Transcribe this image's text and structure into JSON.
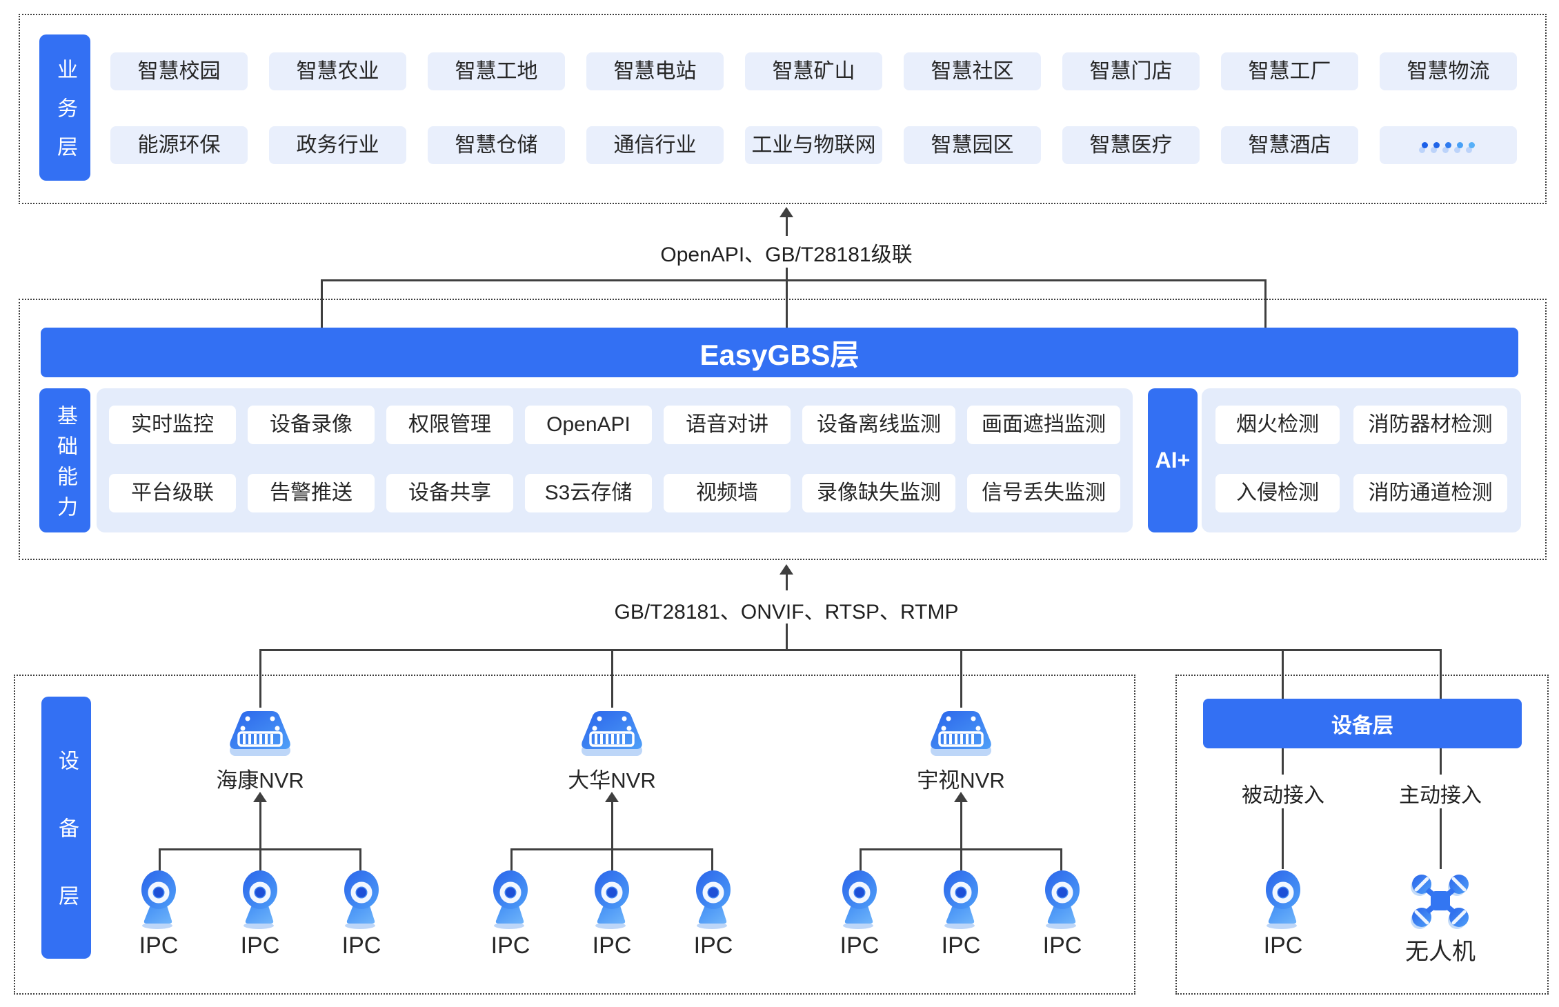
{
  "business_layer": {
    "label": "业务层",
    "row1": [
      "智慧校园",
      "智慧农业",
      "智慧工地",
      "智慧电站",
      "智慧矿山",
      "智慧社区",
      "智慧门店",
      "智慧工厂",
      "智慧物流"
    ],
    "row2": [
      "能源环保",
      "政务行业",
      "智慧仓储",
      "通信行业",
      "工业与物联网",
      "智慧园区",
      "智慧医疗",
      "智慧酒店"
    ]
  },
  "top_link_label": "OpenAPI、GB/T28181级联",
  "easygbs_layer": {
    "title": "EasyGBS层"
  },
  "capability_layer": {
    "label": "基础能力",
    "row1": [
      "实时监控",
      "设备录像",
      "权限管理",
      "OpenAPI",
      "语音对讲",
      "设备离线监测",
      "画面遮挡监测"
    ],
    "row2": [
      "平台级联",
      "告警推送",
      "设备共享",
      "S3云存储",
      "视频墙",
      "录像缺失监测",
      "信号丢失监测"
    ],
    "ai_label": "AI+",
    "ai_row1": [
      "烟火检测",
      "消防器材检测"
    ],
    "ai_row2": [
      "入侵检测",
      "消防通道检测"
    ]
  },
  "bottom_link_label": "GB/T28181、ONVIF、RTSP、RTMP",
  "device_layer": {
    "label": "设备层",
    "nvr_groups": [
      {
        "name": "海康NVR"
      },
      {
        "name": "大华NVR"
      },
      {
        "name": "宇视NVR"
      }
    ],
    "ipc_label": "IPC",
    "right_panel": {
      "title": "设备层",
      "passive_label": "被动接入",
      "active_label": "主动接入",
      "ipc_label": "IPC",
      "drone_label": "无人机"
    }
  },
  "colors": {
    "primary": "#3370f3",
    "business_chip_bg": "#e9effc",
    "capability_container_bg": "#e4ecfb",
    "icon_blue_dark": "#2e6cf0",
    "icon_blue_light": "#4f9ff8",
    "connector_line": "#3f3f3f",
    "text": "#262626"
  }
}
